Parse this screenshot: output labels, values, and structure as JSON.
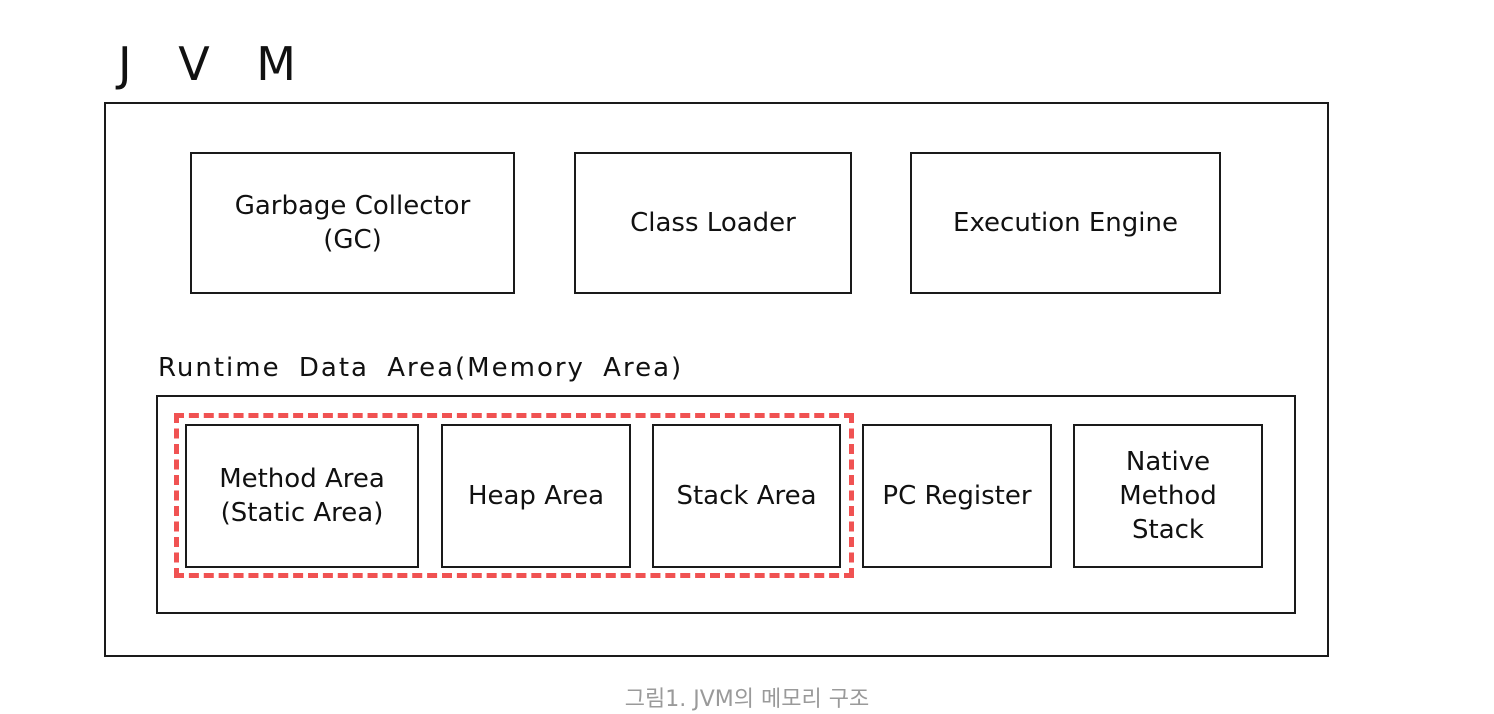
{
  "title": "J V M",
  "top_components": [
    {
      "label": "Garbage Collector\n(GC)"
    },
    {
      "label": "Class Loader"
    },
    {
      "label": "Execution Engine"
    }
  ],
  "runtime": {
    "label": "Runtime Data Area(Memory Area)",
    "areas": [
      {
        "label": "Method Area\n(Static Area)"
      },
      {
        "label": "Heap Area"
      },
      {
        "label": "Stack Area"
      },
      {
        "label": "PC Register"
      },
      {
        "label": "Native\nMethod\nStack"
      }
    ]
  },
  "highlight_color": "#f05252",
  "caption": "그림1. JVM의 메모리 구조"
}
